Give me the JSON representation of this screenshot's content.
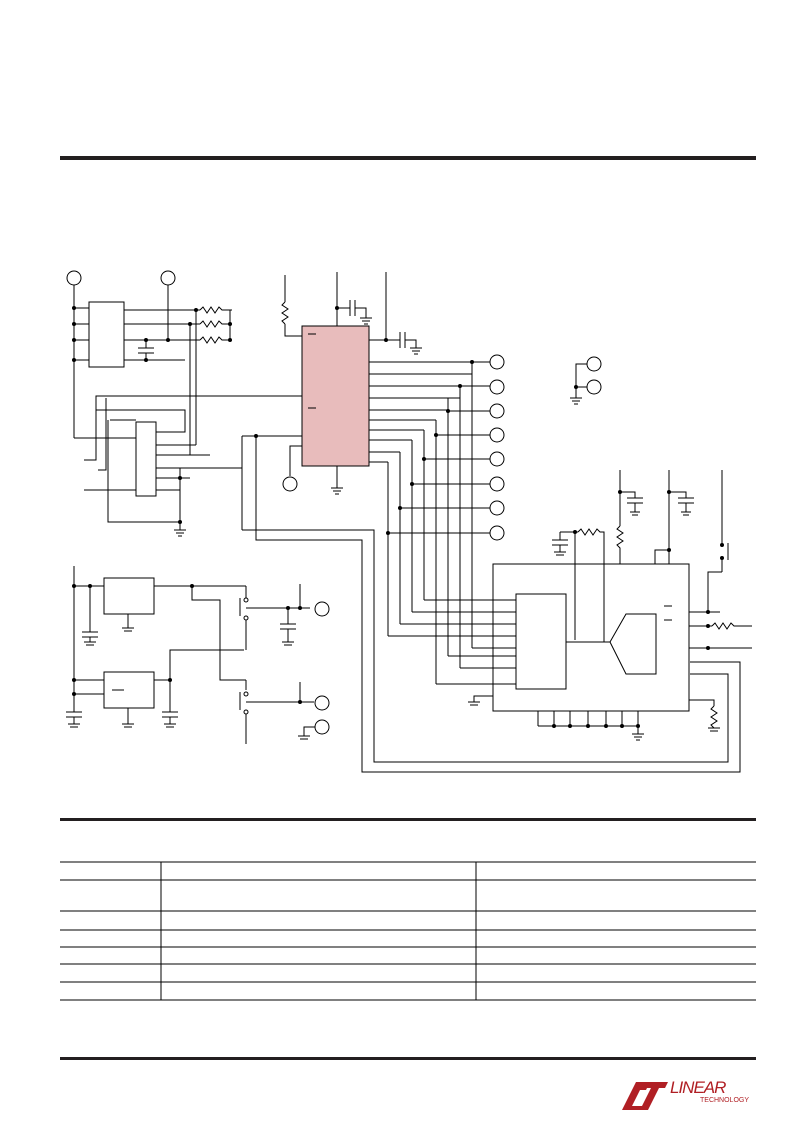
{
  "page": {
    "logo": {
      "word": "LINEAR",
      "subword": "TECHNOLOGY",
      "brand_color": "#b01f24"
    }
  },
  "schematic": {
    "ic_fill_color": "#e8bcbc",
    "line_color": "#000000"
  },
  "parts_table": {
    "row_count": 6,
    "column_count": 3
  }
}
